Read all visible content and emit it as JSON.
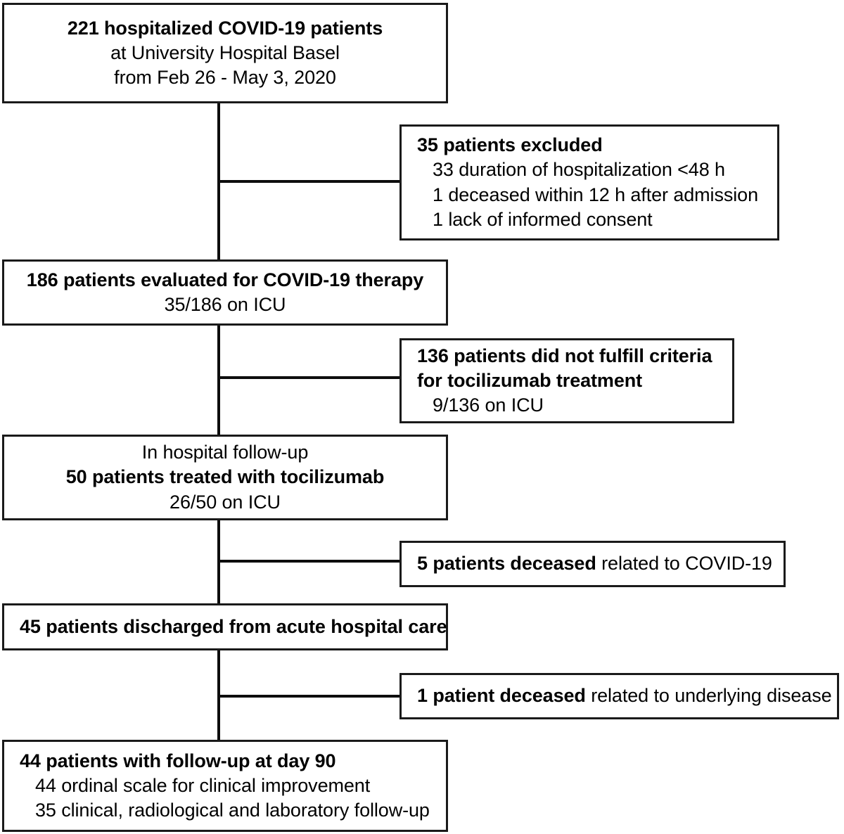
{
  "diagram": {
    "title": "COVID-19 tocilizumab patient flow diagram",
    "line_color": "#0d0d0d",
    "box_border_color": "#1a1a1a",
    "background": "#ffffff"
  },
  "nodes": {
    "cohort": {
      "line1": "221 hospitalized COVID-19 patients",
      "line2": "at University Hospital Basel",
      "line3": "from Feb 26 - May 3, 2020"
    },
    "excluded": {
      "line1": "35 patients excluded",
      "line2": "33 duration of hospitalization <48 h",
      "line3": "1 deceased within 12 h after admission",
      "line4": "1 lack of informed consent"
    },
    "evaluated": {
      "line1": "186 patients evaluated for COVID-19 therapy",
      "line2": "35/186 on ICU"
    },
    "not_fulfilled": {
      "line1": "136 patients did not fulfill criteria",
      "line2": "for tocilizumab treatment",
      "line3": "9/136 on ICU"
    },
    "treated": {
      "line1": "In hospital follow-up",
      "line2": "50 patients treated with tocilizumab",
      "line3": "26/50 on ICU"
    },
    "deceased_covid": {
      "bold": "5 patients deceased",
      "rest": " related to COVID-19"
    },
    "discharged": {
      "line1": "45 patients discharged from acute hospital care"
    },
    "deceased_underlying": {
      "bold": "1 patient deceased",
      "rest": " related to underlying disease"
    },
    "followup": {
      "line1": "44 patients with follow-up at day 90",
      "line2": "44 ordinal scale for clinical improvement",
      "line3": "35 clinical, radiological and laboratory follow-up"
    }
  }
}
